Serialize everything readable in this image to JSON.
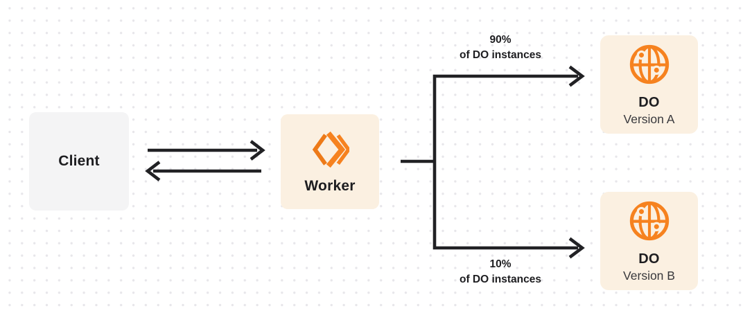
{
  "colors": {
    "background": "#ffffff",
    "dot_grid": "#e7e6ea",
    "client_box_bg": "#f4f4f5",
    "worker_box_bg": "#fbf0e1",
    "do_box_bg": "#fbf0e1",
    "orange": "#f6821f",
    "orange_deep": "#ed7a18",
    "connector": "#212124",
    "text_primary": "#1d1d20",
    "text_secondary": "#38383c"
  },
  "nodes": {
    "client": {
      "label": "Client"
    },
    "worker": {
      "label": "Worker",
      "icon": "cloudflare-workers-icon"
    },
    "do_version_a": {
      "title": "DO",
      "subtitle": "Version A",
      "icon": "globe-icon"
    },
    "do_version_b": {
      "title": "DO",
      "subtitle": "Version B",
      "icon": "globe-icon"
    }
  },
  "edges": {
    "client_to_worker": {
      "direction": "right"
    },
    "worker_to_client": {
      "direction": "left"
    },
    "worker_to_version_a": {
      "percent": "90%",
      "caption": "of DO instances"
    },
    "worker_to_version_b": {
      "percent": "10%",
      "caption": "of DO instances"
    }
  }
}
